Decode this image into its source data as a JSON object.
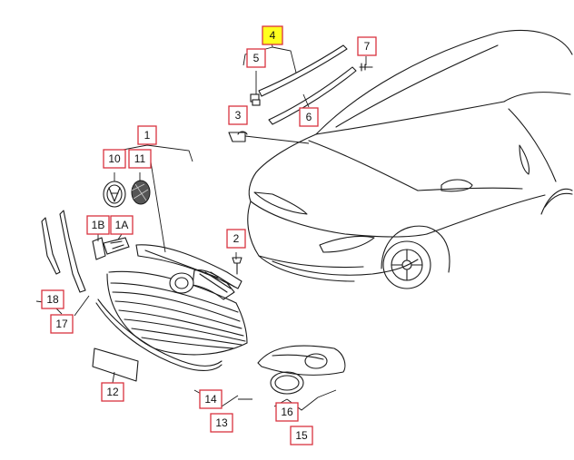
{
  "labels": [
    {
      "id": "l1",
      "text": "1",
      "highlight": false
    },
    {
      "id": "l1a",
      "text": "1A",
      "highlight": false
    },
    {
      "id": "l1b",
      "text": "1B",
      "highlight": false
    },
    {
      "id": "l2",
      "text": "2",
      "highlight": false
    },
    {
      "id": "l3",
      "text": "3",
      "highlight": false
    },
    {
      "id": "l4",
      "text": "4",
      "highlight": true
    },
    {
      "id": "l5",
      "text": "5",
      "highlight": false
    },
    {
      "id": "l6",
      "text": "6",
      "highlight": false
    },
    {
      "id": "l7",
      "text": "7",
      "highlight": false
    },
    {
      "id": "l10",
      "text": "10",
      "highlight": false
    },
    {
      "id": "l11",
      "text": "11",
      "highlight": false
    },
    {
      "id": "l12",
      "text": "12",
      "highlight": false
    },
    {
      "id": "l13",
      "text": "13",
      "highlight": false
    },
    {
      "id": "l14",
      "text": "14",
      "highlight": false
    },
    {
      "id": "l15",
      "text": "15",
      "highlight": false
    },
    {
      "id": "l16",
      "text": "16",
      "highlight": false
    },
    {
      "id": "l17",
      "text": "17",
      "highlight": false
    },
    {
      "id": "l18",
      "text": "18",
      "highlight": false
    }
  ],
  "colors": {
    "label_border": "#d9333f",
    "highlight_fill": "#ffff1e",
    "line": "#1a1a1a"
  }
}
